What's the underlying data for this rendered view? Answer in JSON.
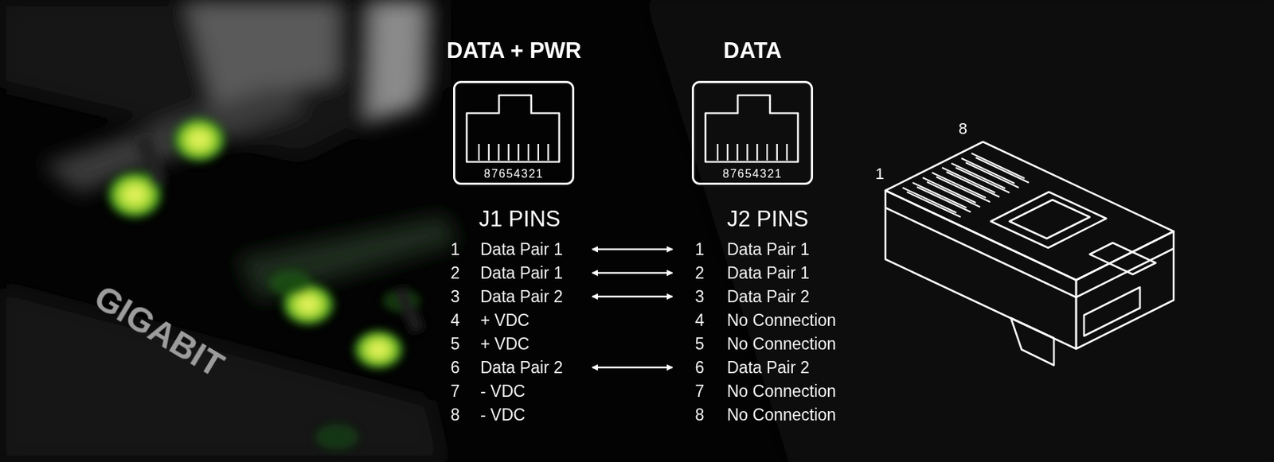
{
  "diagram": {
    "nodes": [
      {
        "text": [
          "DATA + PWR",
          "87654321"
        ]
      },
      {
        "text": [
          "DATA",
          "87654321"
        ]
      }
    ],
    "labels": [
      "GIGABIT",
      "J1 PINS",
      "1",
      "Data Pair 1",
      "2",
      "Data Pair 1",
      "3",
      "Data Pair 2",
      "4",
      "+ VDC",
      "5",
      "+ VDC",
      "6",
      "Data Pair 2",
      "7",
      "- VDC",
      "8",
      "- VDC",
      "J2 PINS",
      "1",
      "Data Pair 1",
      "2",
      "Data Pair 1",
      "3",
      "Data Pair 2",
      "4",
      "No Connection",
      "5",
      "No Connection",
      "6",
      "Data Pair 2",
      "7",
      "No Connection",
      "8",
      "No Connection",
      "8",
      "1"
    ]
  }
}
